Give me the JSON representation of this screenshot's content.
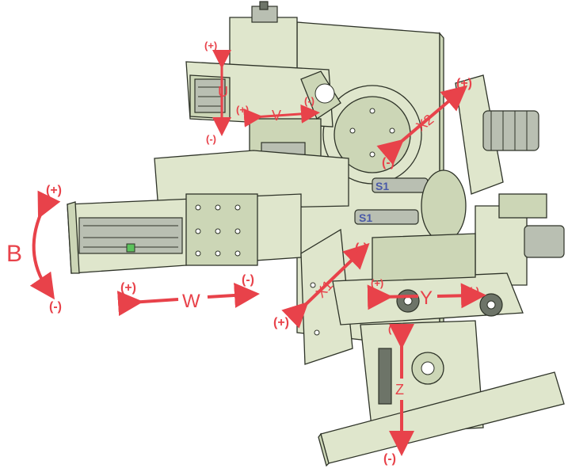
{
  "labels": {
    "U": "U",
    "V": "V",
    "W": "W",
    "B": "B",
    "X1": "X1",
    "X2": "X2",
    "Y": "Y",
    "Z": "Z",
    "S1_upper": "S1",
    "S1_lower": "S1"
  },
  "signs": {
    "plus": "(+)",
    "minus": "(-)"
  },
  "colors": {
    "axis": "#e8424a",
    "machine_body": "#dfe6cc",
    "spindle_label": "#4a5aa8"
  }
}
